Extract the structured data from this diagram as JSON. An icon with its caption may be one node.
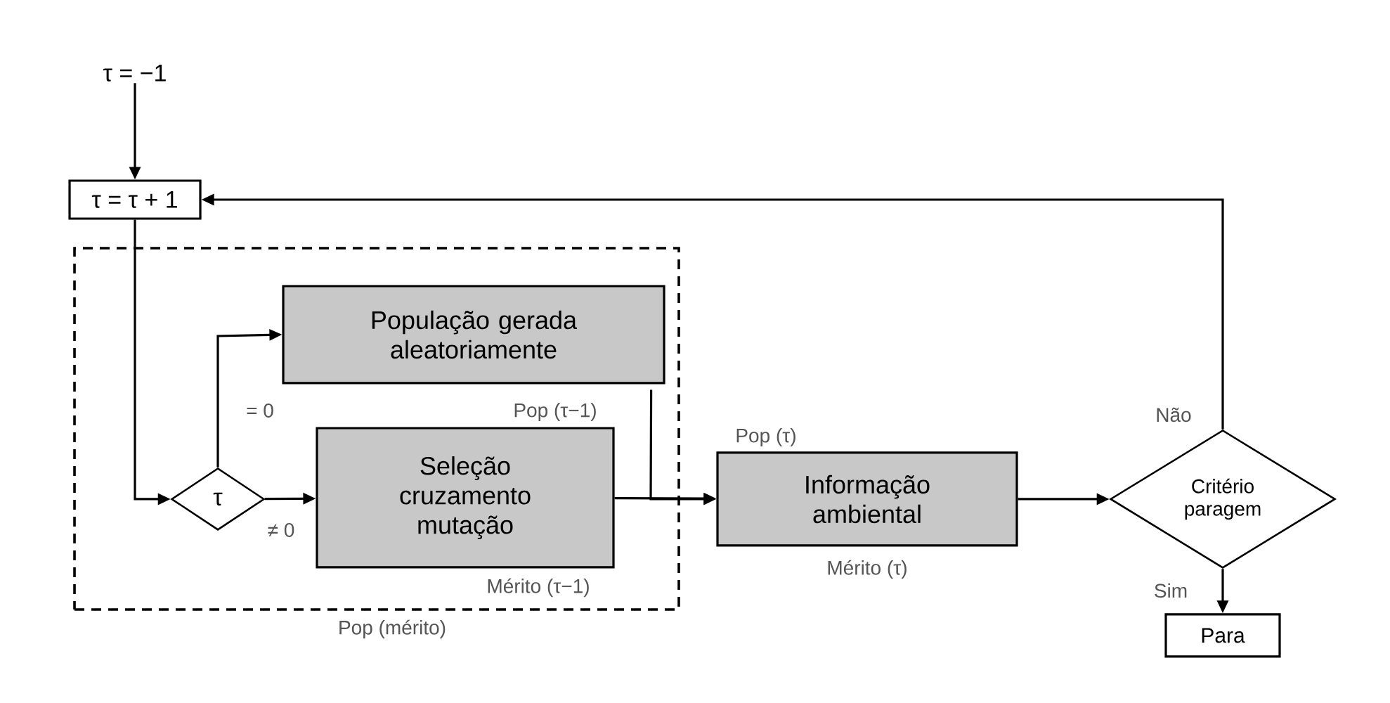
{
  "diagram": {
    "nodes": [
      {
        "text": [
          "τ = −1"
        ]
      },
      {
        "text": [
          "τ = τ + 1"
        ]
      },
      {
        "text": [
          "Pop (mérito)"
        ]
      },
      {
        "text": [
          "τ"
        ],
        "in": 2
      },
      {
        "text": [
          "População gerada aleatoriamente"
        ],
        "in": 2
      },
      {
        "text": [
          "Seleção cruzamento mutação"
        ],
        "in": 2,
        "beside": [
          "Mérito (τ−1)"
        ]
      },
      {
        "text": [
          "Informação ambiental"
        ],
        "beside": [
          "Pop (τ)",
          "Mérito (τ)"
        ]
      },
      {
        "text": [
          "Critério paragem"
        ]
      },
      {
        "text": [
          "Para"
        ]
      }
    ],
    "edges": [
      {
        "from": 0,
        "to": 1,
        "arrow": "to"
      },
      {
        "from": 1,
        "to": 3,
        "arrow": "to"
      },
      {
        "from": 3,
        "to": 4,
        "arrow": "to",
        "label": "= 0"
      },
      {
        "from": 3,
        "to": 5,
        "arrow": "to",
        "label": "≠ 0"
      },
      {
        "from": 4,
        "to": 6,
        "arrow": "to"
      },
      {
        "from": 5,
        "to": 6,
        "arrow": "to"
      },
      {
        "from": 6,
        "to": 7,
        "arrow": "to"
      },
      {
        "from": 7,
        "to": 1,
        "arrow": "to",
        "label": "Não"
      },
      {
        "from": 7,
        "to": 8,
        "arrow": "to",
        "label": "Sim"
      }
    ],
    "labels": [
      "Pop (τ−1)"
    ]
  }
}
